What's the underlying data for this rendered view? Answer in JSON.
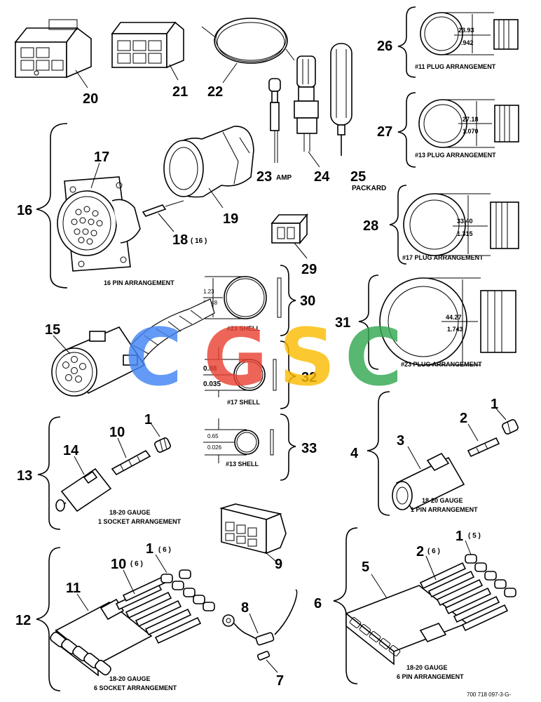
{
  "callouts": {
    "n1a": "1",
    "n1b": "1",
    "n1c": "1",
    "n1d": "1",
    "n2a": "2",
    "n2b": "2",
    "n3": "3",
    "n4": "4",
    "n5": "5",
    "n6": "6",
    "n7": "7",
    "n8": "8",
    "n9": "9",
    "n10a": "10",
    "n10b": "10",
    "n11": "11",
    "n12": "12",
    "n13": "13",
    "n14": "14",
    "n15": "15",
    "n16": "16",
    "n17": "17",
    "n18": "18",
    "n19": "19",
    "n20": "20",
    "n21": "21",
    "n22": "22",
    "n23": "23",
    "n24": "24",
    "n25": "25",
    "n26": "26",
    "n27": "27",
    "n28": "28",
    "n29": "29",
    "n30": "30",
    "n31": "31",
    "n32": "32",
    "n33": "33"
  },
  "qty": {
    "q18": "( 16 )",
    "q1c": "( 6 )",
    "q10b": "( 6 )",
    "q2b": "( 6 )",
    "q1d": "( 5 )"
  },
  "labels": {
    "amp": "AMP",
    "packard": "PACKARD",
    "pin16": "16 PIN ARRANGEMENT",
    "plug11": "#11 PLUG ARRANGEMENT",
    "plug13": "#13 PLUG ARRANGEMENT",
    "plug17": "#17 PLUG ARRANGEMENT",
    "plug23": "#23 PLUG ARRANGEMENT",
    "shell23": "#23 SHELL",
    "shell17": "#17 SHELL",
    "shell13": "#13 SHELL",
    "gauge13a": "18-20 GAUGE",
    "gauge13b": "1 SOCKET ARRANGEMENT",
    "gauge4a": "18-20 GAUGE",
    "gauge4b": "1 PIN ARRANGEMENT",
    "gauge12a": "18-20 GAUGE",
    "gauge12b": "6 SOCKET ARRANGEMENT",
    "gauge6a": "18-20 GAUGE",
    "gauge6b": "6 PIN ARRANGEMENT",
    "docnum": "700 718 097-3-G-"
  },
  "dims": {
    "p26mm": "23.93",
    "p26in": ".942",
    "p27mm": "27.18",
    "p27in": "1.070",
    "p28mm": "33.40",
    "p28in": "1.315",
    "p31mm": "44.27",
    "p31in": "1.743",
    "s23mm": "1.23",
    "s23in": "0.048",
    "s17mm": "0.88",
    "s17in": "0.035",
    "s13mm": "0.65",
    "s13in": "0.026"
  },
  "watermark": {
    "letters": [
      "C",
      "G",
      "S",
      "C"
    ],
    "colors": [
      "#4285F4",
      "#EA4335",
      "#FBBC05",
      "#34A853"
    ]
  }
}
